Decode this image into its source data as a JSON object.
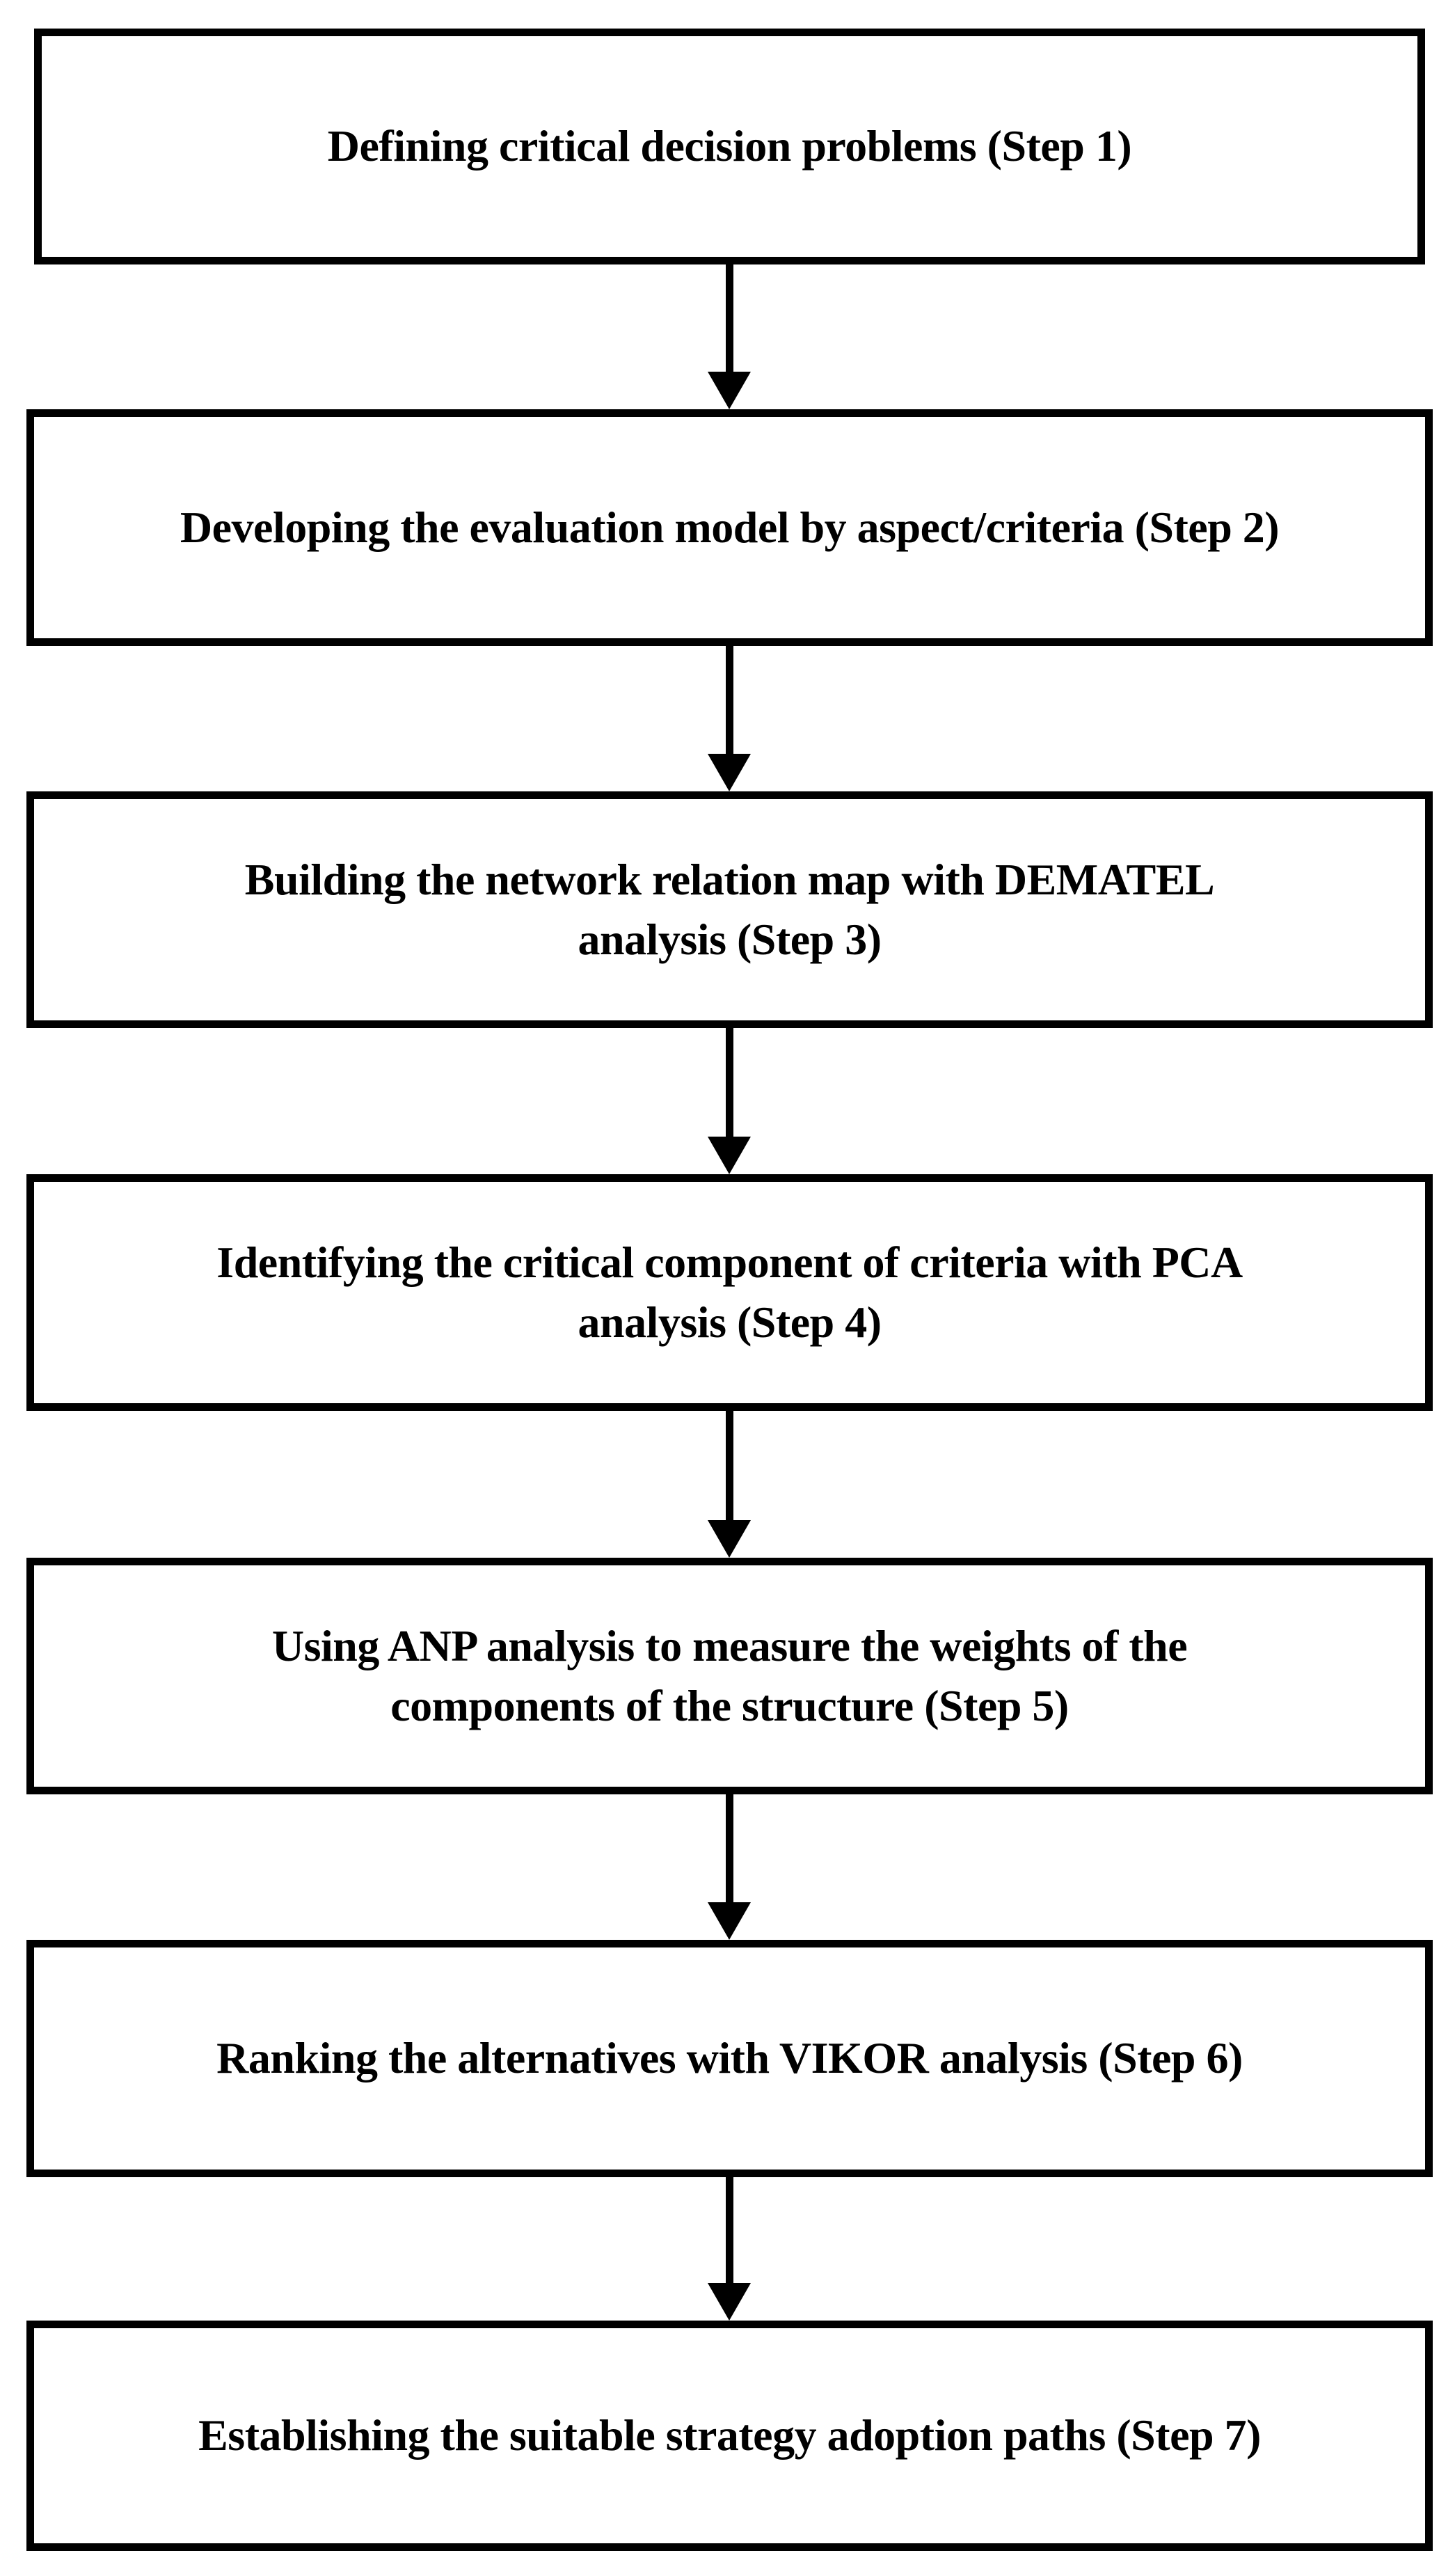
{
  "figure": {
    "type": "flowchart",
    "direction": "top-down",
    "colors": {
      "background": "#ffffff",
      "box_fill": "#ffffff",
      "box_border": "#000000",
      "text": "#000000",
      "arrow": "#000000"
    },
    "steps": [
      {
        "id": 1,
        "text": "Defining critical decision problems (Step 1)"
      },
      {
        "id": 2,
        "text": "Developing the evaluation model by aspect/criteria (Step 2)"
      },
      {
        "id": 3,
        "text": "Building the network relation map with DEMATEL\nanalysis (Step 3)"
      },
      {
        "id": 4,
        "text": "Identifying the critical component of criteria with PCA\nanalysis (Step 4)"
      },
      {
        "id": 5,
        "text": "Using ANP analysis to measure the weights of the\ncomponents of the structure (Step 5)"
      },
      {
        "id": 6,
        "text": "Ranking the alternatives with VIKOR analysis (Step 6)"
      },
      {
        "id": 7,
        "text": "Establishing the suitable strategy adoption paths (Step 7)"
      }
    ],
    "connections": [
      {
        "from": 1,
        "to": 2
      },
      {
        "from": 2,
        "to": 3
      },
      {
        "from": 3,
        "to": 4
      },
      {
        "from": 4,
        "to": 5
      },
      {
        "from": 5,
        "to": 6
      },
      {
        "from": 6,
        "to": 7
      }
    ]
  }
}
